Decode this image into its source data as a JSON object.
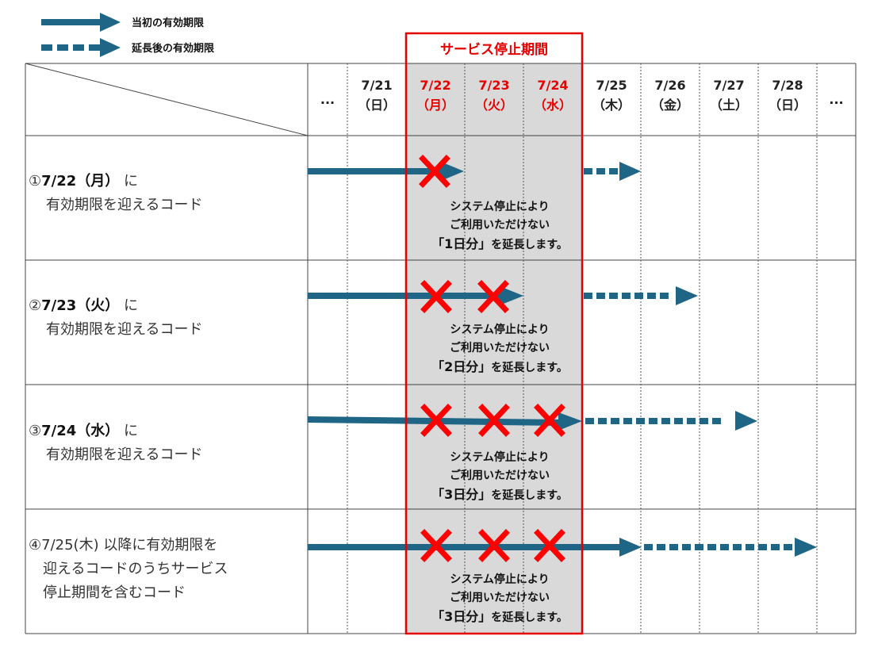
{
  "legend": {
    "solid": "当初の有効期限",
    "dotted": "延長後の有効期限"
  },
  "stop_period_title": "サービス停止期間",
  "columns": [
    {
      "date": "...",
      "day": ""
    },
    {
      "date": "7/21",
      "day": "（日）"
    },
    {
      "date": "7/22",
      "day": "（月）"
    },
    {
      "date": "7/23",
      "day": "（火）"
    },
    {
      "date": "7/24",
      "day": "（水）"
    },
    {
      "date": "7/25",
      "day": "（木）"
    },
    {
      "date": "7/26",
      "day": "（金）"
    },
    {
      "date": "7/27",
      "day": "（土）"
    },
    {
      "date": "7/28",
      "day": "（日）"
    },
    {
      "date": "...",
      "day": ""
    }
  ],
  "rows": [
    {
      "num": "①",
      "date": "7/22（月）",
      "suffix": "に",
      "line2": "有効期限を迎えるコード",
      "note1": "システム停止により",
      "note2": "ご利用いただけない",
      "note3_bracket": "「1日分」",
      "note3_rest": "を延長します。",
      "x_count": 1
    },
    {
      "num": "②",
      "date": "7/23（火）",
      "suffix": "に",
      "line2": "有効期限を迎えるコード",
      "note1": "システム停止により",
      "note2": "ご利用いただけない",
      "note3_bracket": "「2日分」",
      "note3_rest": "を延長します。",
      "x_count": 2
    },
    {
      "num": "③",
      "date": "7/24（水）",
      "suffix": "に",
      "line2": "有効期限を迎えるコード",
      "note1": "システム停止により",
      "note2": "ご利用いただけない",
      "note3_bracket": "「3日分」",
      "note3_rest": "を延長します。",
      "x_count": 3
    },
    {
      "line1": "④7/25(木) 以降に有効期限を",
      "line2": "迎えるコードのうちサービス",
      "line3": "停止期間を含むコード",
      "note1": "システム停止により",
      "note2": "ご利用いただけない",
      "note3_bracket": "「3日分」",
      "note3_rest": "を延長します。",
      "x_count": 3
    }
  ],
  "colors": {
    "arrow": "#1f6585",
    "stop_red": "#e60000",
    "stop_fill": "#d9d9d9",
    "cross": "#ff0000"
  }
}
